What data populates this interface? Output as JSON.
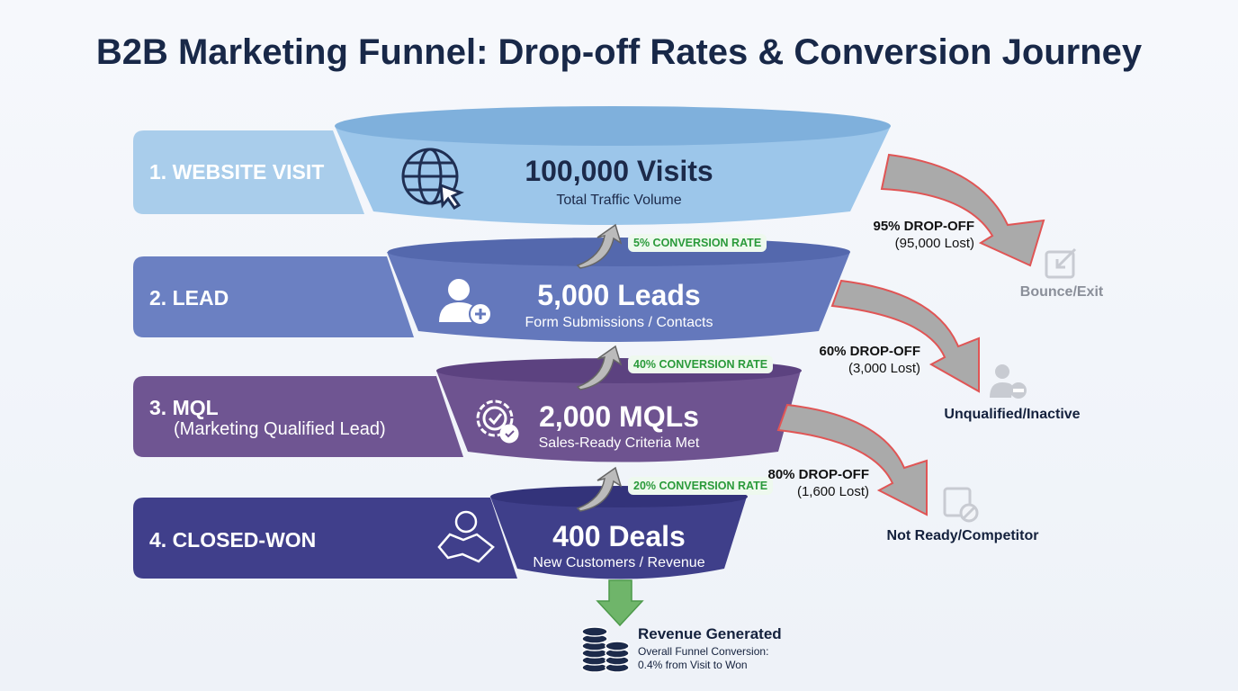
{
  "title": "B2B Marketing Funnel: Drop-off Rates & Conversion Journey",
  "stages": [
    {
      "label": "1. WEBSITE VISIT",
      "value": "100,000 Visits",
      "desc": "Total Traffic Volume",
      "icon": "globe-cursor-icon",
      "color": "#9cc6ea"
    },
    {
      "label": "2. LEAD",
      "value": "5,000 Leads",
      "desc": "Form Submissions / Contacts",
      "icon": "user-add-icon",
      "color": "#6478bc"
    },
    {
      "label": "3. MQL",
      "label2": "(Marketing Qualified Lead)",
      "value": "2,000 MQLs",
      "desc": "Sales-Ready Criteria Met",
      "icon": "gear-check-icon",
      "color": "#6e5390"
    },
    {
      "label": "4. CLOSED-WON",
      "value": "400 Deals",
      "desc": "New Customers / Revenue",
      "icon": "handshake-icon",
      "color": "#3f3f8a"
    }
  ],
  "conversions": [
    "5% CONVERSION RATE",
    "40% CONVERSION RATE",
    "20% CONVERSION RATE"
  ],
  "dropoffs": [
    {
      "rate": "95% DROP-OFF",
      "lost": "(95,000 Lost)",
      "outcome": "Bounce/Exit"
    },
    {
      "rate": "60% DROP-OFF",
      "lost": "(3,000 Lost)",
      "outcome": "Unqualified/Inactive"
    },
    {
      "rate": "80% DROP-OFF",
      "lost": "(1,600 Lost)",
      "outcome": "Not Ready/Competitor"
    }
  ],
  "revenue": {
    "title": "Revenue Generated",
    "line1": "Overall Funnel Conversion:",
    "line2": "0.4% from Visit to Won"
  }
}
